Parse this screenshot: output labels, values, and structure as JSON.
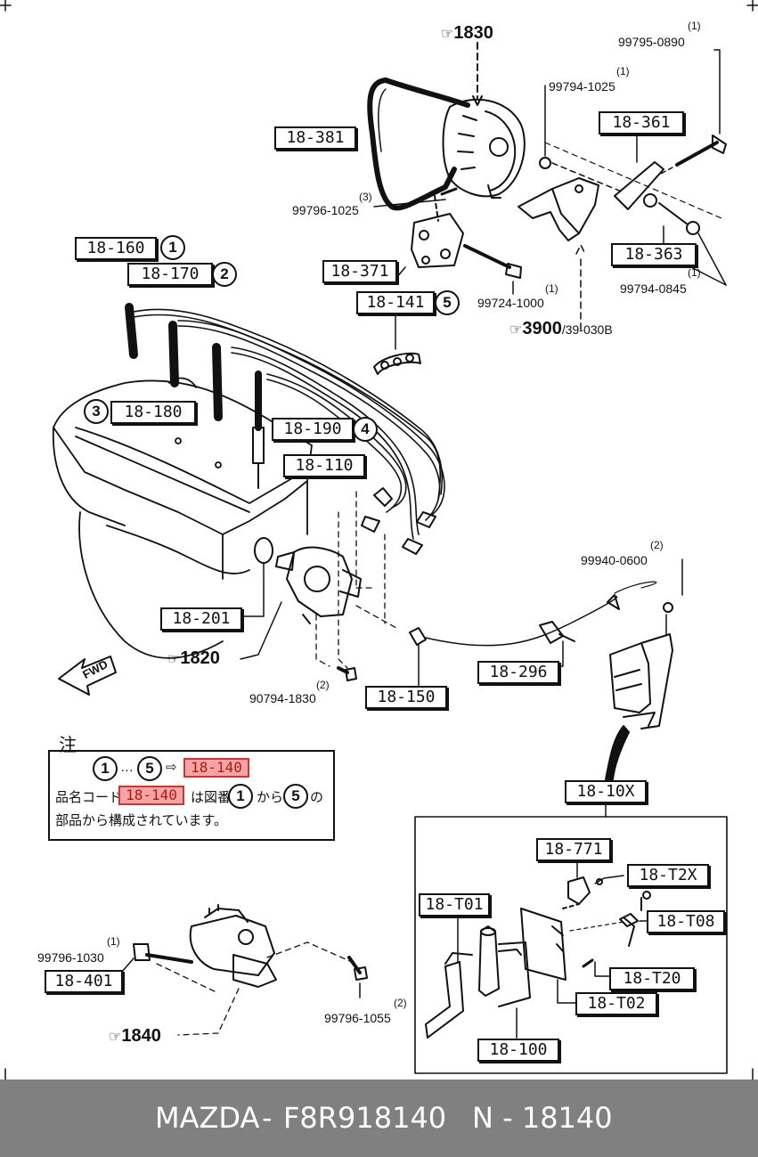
{
  "brand": "MAZDA",
  "part_number": "F8R918140",
  "group_code": "N - 18140",
  "refs": {
    "r1830": "1830",
    "r3900": "3900",
    "r3900_sub": "/39-030B",
    "r1820": "1820",
    "r1840": "1840",
    "hand_symbol": "☞"
  },
  "callouts": {
    "c18381": "18-381",
    "c18361": "18-361",
    "c18363": "18-363",
    "c18371": "18-371",
    "c18160": "18-160",
    "c18170": "18-170",
    "c18141": "18-141",
    "c18180": "18-180",
    "c18190": "18-190",
    "c18110": "18-110",
    "c18201": "18-201",
    "c18150": "18-150",
    "c18296": "18-296",
    "c1810X": "18-10X",
    "c18771": "18-771",
    "c18T2X": "18-T2X",
    "c18T01": "18-T01",
    "c18T08": "18-T08",
    "c18T20": "18-T20",
    "c18T02": "18-T02",
    "c18100": "18-100",
    "c18401": "18-401"
  },
  "circled": {
    "n1": "1",
    "n2": "2",
    "n3": "3",
    "n4": "4",
    "n5": "5"
  },
  "parts": {
    "p99795_0890": {
      "num": "99795-0890",
      "qty": "(1)"
    },
    "p99794_1025": {
      "num": "99794-1025",
      "qty": "(1)"
    },
    "p99796_1025": {
      "num": "99796-1025",
      "qty": "(3)"
    },
    "p99724_1000": {
      "num": "99724-1000",
      "qty": "(1)"
    },
    "p99794_0845": {
      "num": "99794-0845",
      "qty": "(1)"
    },
    "p99940_0600": {
      "num": "99940-0600",
      "qty": "(2)"
    },
    "p90794_1830": {
      "num": "90794-1830",
      "qty": "(2)"
    },
    "p99796_1030": {
      "num": "99796-1030",
      "qty": "(1)"
    },
    "p99796_1055": {
      "num": "99796-1055",
      "qty": "(2)"
    }
  },
  "note": {
    "title": "注",
    "range_sep": "…",
    "arrow": "⇨",
    "hl_code": "18-140",
    "line2a": "品名コード",
    "line2b": "は図番",
    "line2c": "から",
    "line2d": "の",
    "line3": "部品から構成されています。"
  },
  "fwd": "FWD",
  "colors": {
    "highlight_fill": "#f3a5a5",
    "highlight_text": "#b01818",
    "footer_bg": "#808080"
  }
}
